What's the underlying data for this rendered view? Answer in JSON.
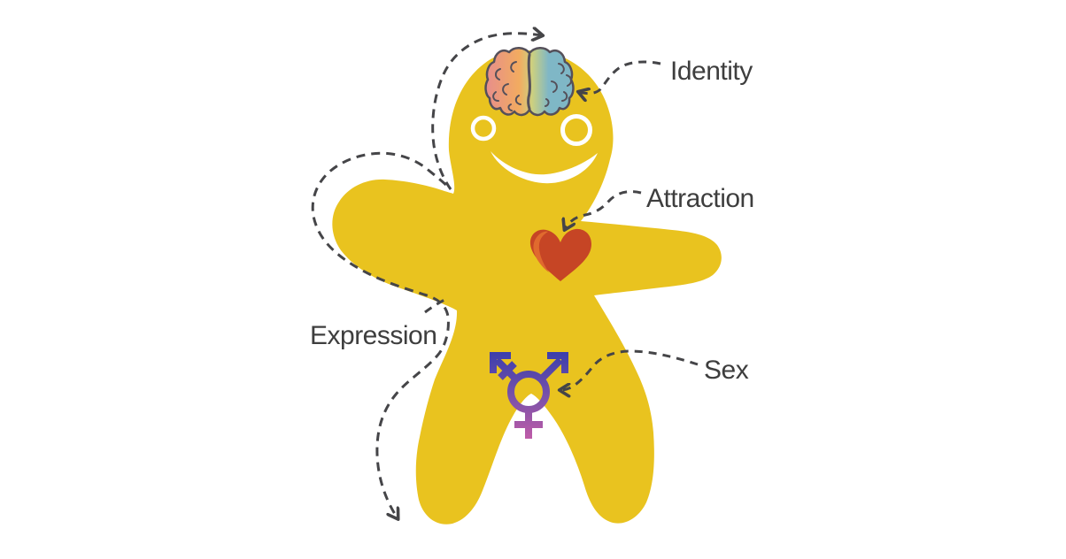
{
  "illustration": {
    "title": "genderbread-person-diagram",
    "labels": {
      "identity": "Identity",
      "attraction": "Attraction",
      "expression": "Expression",
      "sex": "Sex"
    },
    "icons": {
      "identity_marker": "brain-icon",
      "attraction_marker": "heart-icon",
      "sex_marker": "transgender-symbol-icon",
      "expression_marker": "dashed-body-outline"
    },
    "colors": {
      "background": "#FFFFFF",
      "body": "#E9C31F",
      "face": "#FFFFFF",
      "outline_dash": "#454548",
      "label_text": "#3E3E3E",
      "heart": "#C64525",
      "heart_highlight": "#E06A2E",
      "brain_pink": "#E78E8C",
      "brain_orange": "#F2AB60",
      "brain_green": "#CDD07F",
      "brain_teal": "#7FB7C6",
      "brain_outline": "#55505A",
      "symbol_blue": "#3B3EAC",
      "symbol_purple": "#7851A9",
      "symbol_magenta": "#C05CA8"
    }
  }
}
